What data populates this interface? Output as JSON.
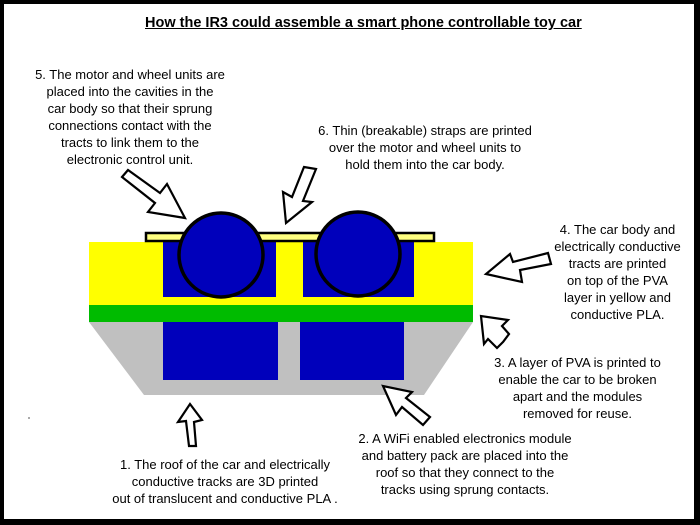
{
  "title": "How the IR3 could assemble a smart phone controllable toy car",
  "colors": {
    "car_body": "#ffff00",
    "pva_layer": "#00bb00",
    "roof": "#c0c0c0",
    "modules": "#0000bb",
    "strap": "#ffff80",
    "outline": "#000000"
  },
  "steps": [
    {
      "id": 1,
      "text": "1. The roof of the car and electrically\nconductive tracks are 3D printed\nout of translucent  and conductive PLA ."
    },
    {
      "id": 2,
      "text": "2. A WiFi enabled electronics module\nand battery pack are placed into the\nroof so that they connect to the\ntracks using sprung contacts."
    },
    {
      "id": 3,
      "text": "3. A layer of PVA is printed to\nenable the car to be broken\napart and the modules\nremoved for reuse."
    },
    {
      "id": 4,
      "text": "4. The car body and\nelectrically conductive\ntracts are printed\non top of the PVA\nlayer in yellow and\nconductive PLA."
    },
    {
      "id": 5,
      "text": "5. The motor and wheel units are\nplaced into the cavities in the\ncar body so that their sprung\nconnections contact with the\ntracts to link them to the\nelectronic control unit."
    },
    {
      "id": 6,
      "text": "6. Thin (breakable) straps are printed\nover the motor and wheel units to\nhold them into the car body."
    }
  ]
}
